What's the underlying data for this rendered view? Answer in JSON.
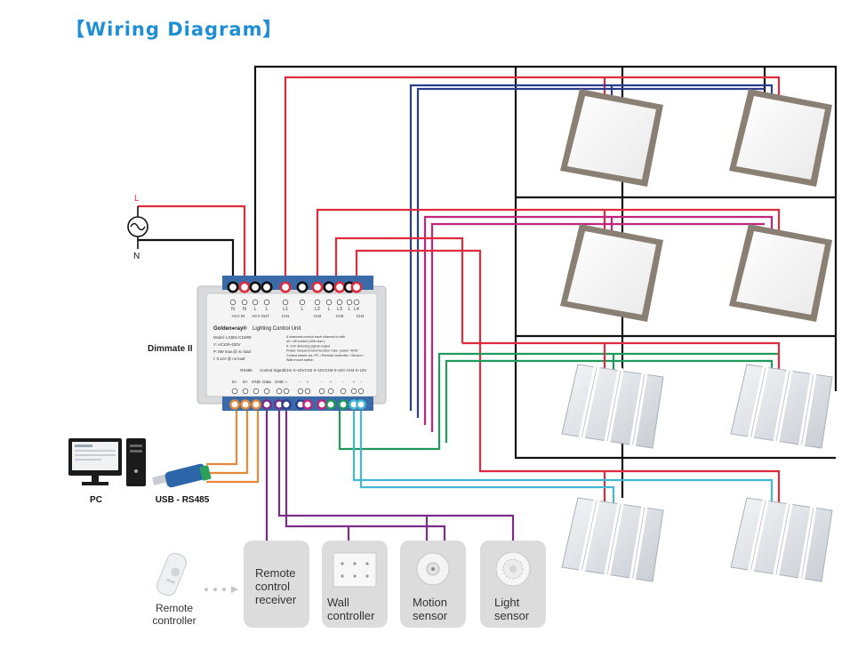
{
  "title": "【Wiring Diagram】",
  "source": {
    "live": "L",
    "neutral": "N"
  },
  "controller": {
    "name": "Dimmate II",
    "brand": "Golden●ray®",
    "unit_title": "Lighting Control Unit",
    "model": "Model: LC801-C1W08",
    "spec_v": "V: AC100~220V",
    "spec_p": "P: 8W max.@ no load",
    "spec_i": "I: 0.12A @ no load",
    "features": [
      "4 channels control each channel is with",
      "on / off control (16A max.)",
      "0~10V dimming signal output",
      "Power measurement function max. power: 4KW",
      "Control bases via: PC / Remote controller / Sensor /",
      "Wall mount switch"
    ],
    "top_terminals": [
      "N",
      "N",
      "L",
      "L",
      "L1",
      "L",
      "L2",
      "L",
      "L3",
      "L",
      "L4"
    ],
    "top_groups": [
      "ACV IN",
      "ACV OUT",
      "CH1",
      "CH2",
      "CH3",
      "CH4"
    ],
    "bottom_groups": [
      "RS485",
      "Control Signal",
      "CH1 0~10V",
      "CH2 0~10V",
      "CH3 0~10V",
      "CH4 0~10V"
    ],
    "bottom_terminals": [
      "D+",
      "D+",
      "GND",
      "Data",
      "GND",
      "+",
      "-",
      "+",
      "-",
      "+",
      "-",
      "+",
      "-"
    ]
  },
  "pc": {
    "label": "PC"
  },
  "usb": {
    "label": "USB - RS485"
  },
  "remote": {
    "label_1": "Remote",
    "label_2": "controller"
  },
  "inputs": [
    {
      "lines": [
        "Remote",
        "control",
        "receiver"
      ]
    },
    {
      "lines": [
        "Wall",
        "controller"
      ]
    },
    {
      "lines": [
        "Motion",
        "sensor"
      ]
    },
    {
      "lines": [
        "Light",
        "sensor"
      ]
    }
  ],
  "colors": {
    "black": "#111111",
    "red": "#e02b3c",
    "navy": "#2b3d8f",
    "magenta": "#c2237b",
    "green": "#1f9a5a",
    "cyan": "#43b7d6",
    "purple": "#7b2c86",
    "orange": "#e58a3c"
  }
}
